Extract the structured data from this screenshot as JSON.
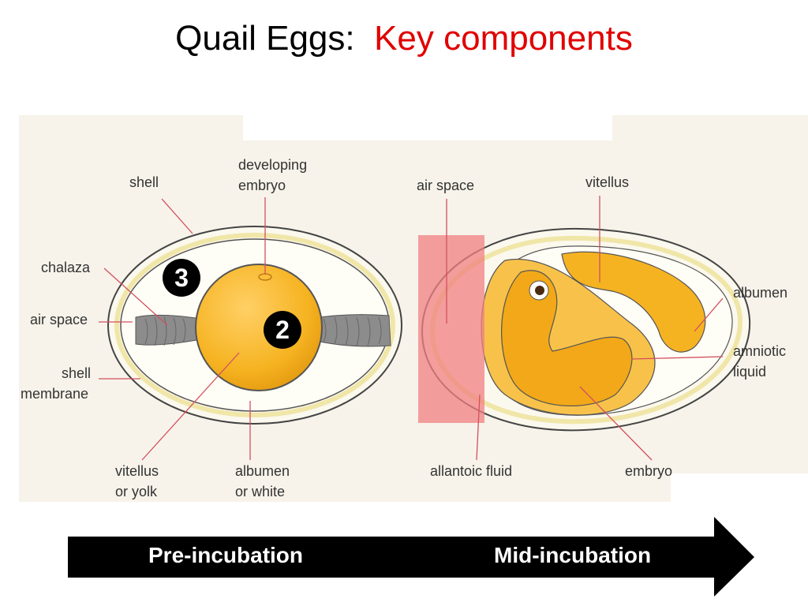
{
  "title": {
    "main": "Quail Eggs:",
    "accent": "Key components"
  },
  "left_egg": {
    "labels": {
      "shell": "shell",
      "developing_embryo_1": "developing",
      "developing_embryo_2": "embryo",
      "chalaza": "chalaza",
      "air_space": "air space",
      "shell_membrane_1": "shell",
      "shell_membrane_2": "membrane",
      "vitellus_1": "vitellus",
      "vitellus_2": "or yolk",
      "albumen_1": "albumen",
      "albumen_2": "or white"
    },
    "badges": {
      "three": "3",
      "two": "2"
    }
  },
  "right_egg": {
    "labels": {
      "air_space": "air space",
      "vitellus": "vitellus",
      "albumen": "albumen",
      "amniotic_1": "amniotic",
      "amniotic_2": "liquid",
      "allantoic": "allantoic fluid",
      "embryo": "embryo"
    }
  },
  "timeline": {
    "start": "Pre-incubation",
    "end": "Mid-incubation"
  },
  "colors": {
    "accent": "#e00000",
    "yolk": "#f6b321",
    "highlight": "#f08080",
    "arrow": "#000000"
  }
}
